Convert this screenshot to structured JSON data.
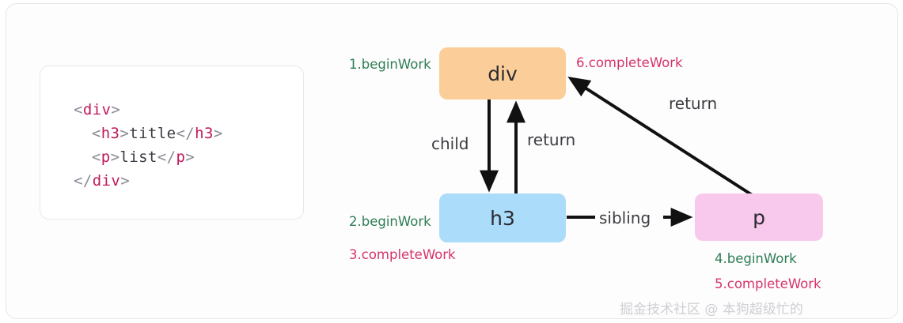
{
  "code_panel": {
    "lines": [
      {
        "parts": [
          {
            "t": "pun",
            "v": "<"
          },
          {
            "t": "tag",
            "v": "div"
          },
          {
            "t": "pun",
            "v": ">"
          }
        ],
        "indent": 0
      },
      {
        "parts": [
          {
            "t": "pun",
            "v": "<"
          },
          {
            "t": "tag",
            "v": "h3"
          },
          {
            "t": "pun",
            "v": ">"
          },
          {
            "t": "txt",
            "v": "title"
          },
          {
            "t": "pun",
            "v": "</"
          },
          {
            "t": "tag",
            "v": "h3"
          },
          {
            "t": "pun",
            "v": ">"
          }
        ],
        "indent": 1
      },
      {
        "parts": [
          {
            "t": "pun",
            "v": "<"
          },
          {
            "t": "tag",
            "v": "p"
          },
          {
            "t": "pun",
            "v": ">"
          },
          {
            "t": "txt",
            "v": "list"
          },
          {
            "t": "pun",
            "v": "</"
          },
          {
            "t": "tag",
            "v": "p"
          },
          {
            "t": "pun",
            "v": ">"
          }
        ],
        "indent": 1
      },
      {
        "parts": [
          {
            "t": "pun",
            "v": "</"
          },
          {
            "t": "tag",
            "v": "div"
          },
          {
            "t": "pun",
            "v": ">"
          }
        ],
        "indent": 0
      }
    ]
  },
  "diagram": {
    "nodes": [
      {
        "id": "div",
        "label": "div",
        "color": "#fbce99"
      },
      {
        "id": "h3",
        "label": "h3",
        "color": "#abdcfa"
      },
      {
        "id": "p",
        "label": "p",
        "color": "#f8c9ec"
      }
    ],
    "step_labels": [
      {
        "id": "1",
        "text": "1.beginWork",
        "kind": "beginWork",
        "color": "#2e7d55",
        "node": "div"
      },
      {
        "id": "6",
        "text": "6.completeWork",
        "kind": "completeWork",
        "color": "#d6336c",
        "node": "div"
      },
      {
        "id": "2",
        "text": "2.beginWork",
        "kind": "beginWork",
        "color": "#2e7d55",
        "node": "h3"
      },
      {
        "id": "3",
        "text": "3.completeWork",
        "kind": "completeWork",
        "color": "#d6336c",
        "node": "h3"
      },
      {
        "id": "4",
        "text": "4.beginWork",
        "kind": "beginWork",
        "color": "#2e7d55",
        "node": "p"
      },
      {
        "id": "5",
        "text": "5.completeWork",
        "kind": "completeWork",
        "color": "#d6336c",
        "node": "p"
      }
    ],
    "edges": [
      {
        "id": "child",
        "label": "child",
        "from": "div",
        "to": "h3"
      },
      {
        "id": "return-up",
        "label": "return",
        "from": "h3",
        "to": "div"
      },
      {
        "id": "sibling",
        "label": "sibling",
        "from": "h3",
        "to": "p"
      },
      {
        "id": "return-diagonal",
        "label": "return",
        "from": "p",
        "to": "div"
      }
    ]
  },
  "watermark": {
    "text": "掘金技术社区 @ 本狗超级忙的"
  }
}
